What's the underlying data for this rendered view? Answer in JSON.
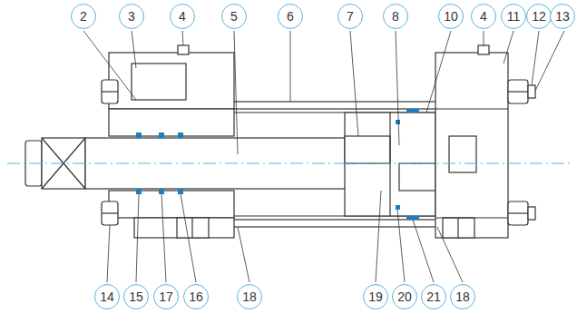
{
  "diagram": {
    "nodes": [
      {
        "text": [
          "2"
        ]
      },
      {
        "text": [
          "3"
        ]
      },
      {
        "text": [
          "4"
        ]
      },
      {
        "text": [
          "5"
        ]
      },
      {
        "text": [
          "6"
        ]
      },
      {
        "text": [
          "7"
        ]
      },
      {
        "text": [
          "8"
        ]
      },
      {
        "text": [
          "10"
        ]
      },
      {
        "text": [
          "4"
        ]
      },
      {
        "text": [
          "11"
        ]
      },
      {
        "text": [
          "12"
        ]
      },
      {
        "text": [
          "13"
        ]
      },
      {
        "text": [
          "14"
        ]
      },
      {
        "text": [
          "15"
        ]
      },
      {
        "text": [
          "17"
        ]
      },
      {
        "text": [
          "16"
        ]
      },
      {
        "text": [
          "18"
        ]
      },
      {
        "text": [
          "19"
        ]
      },
      {
        "text": [
          "20"
        ]
      },
      {
        "text": [
          "21"
        ]
      },
      {
        "text": [
          "18"
        ]
      }
    ]
  }
}
